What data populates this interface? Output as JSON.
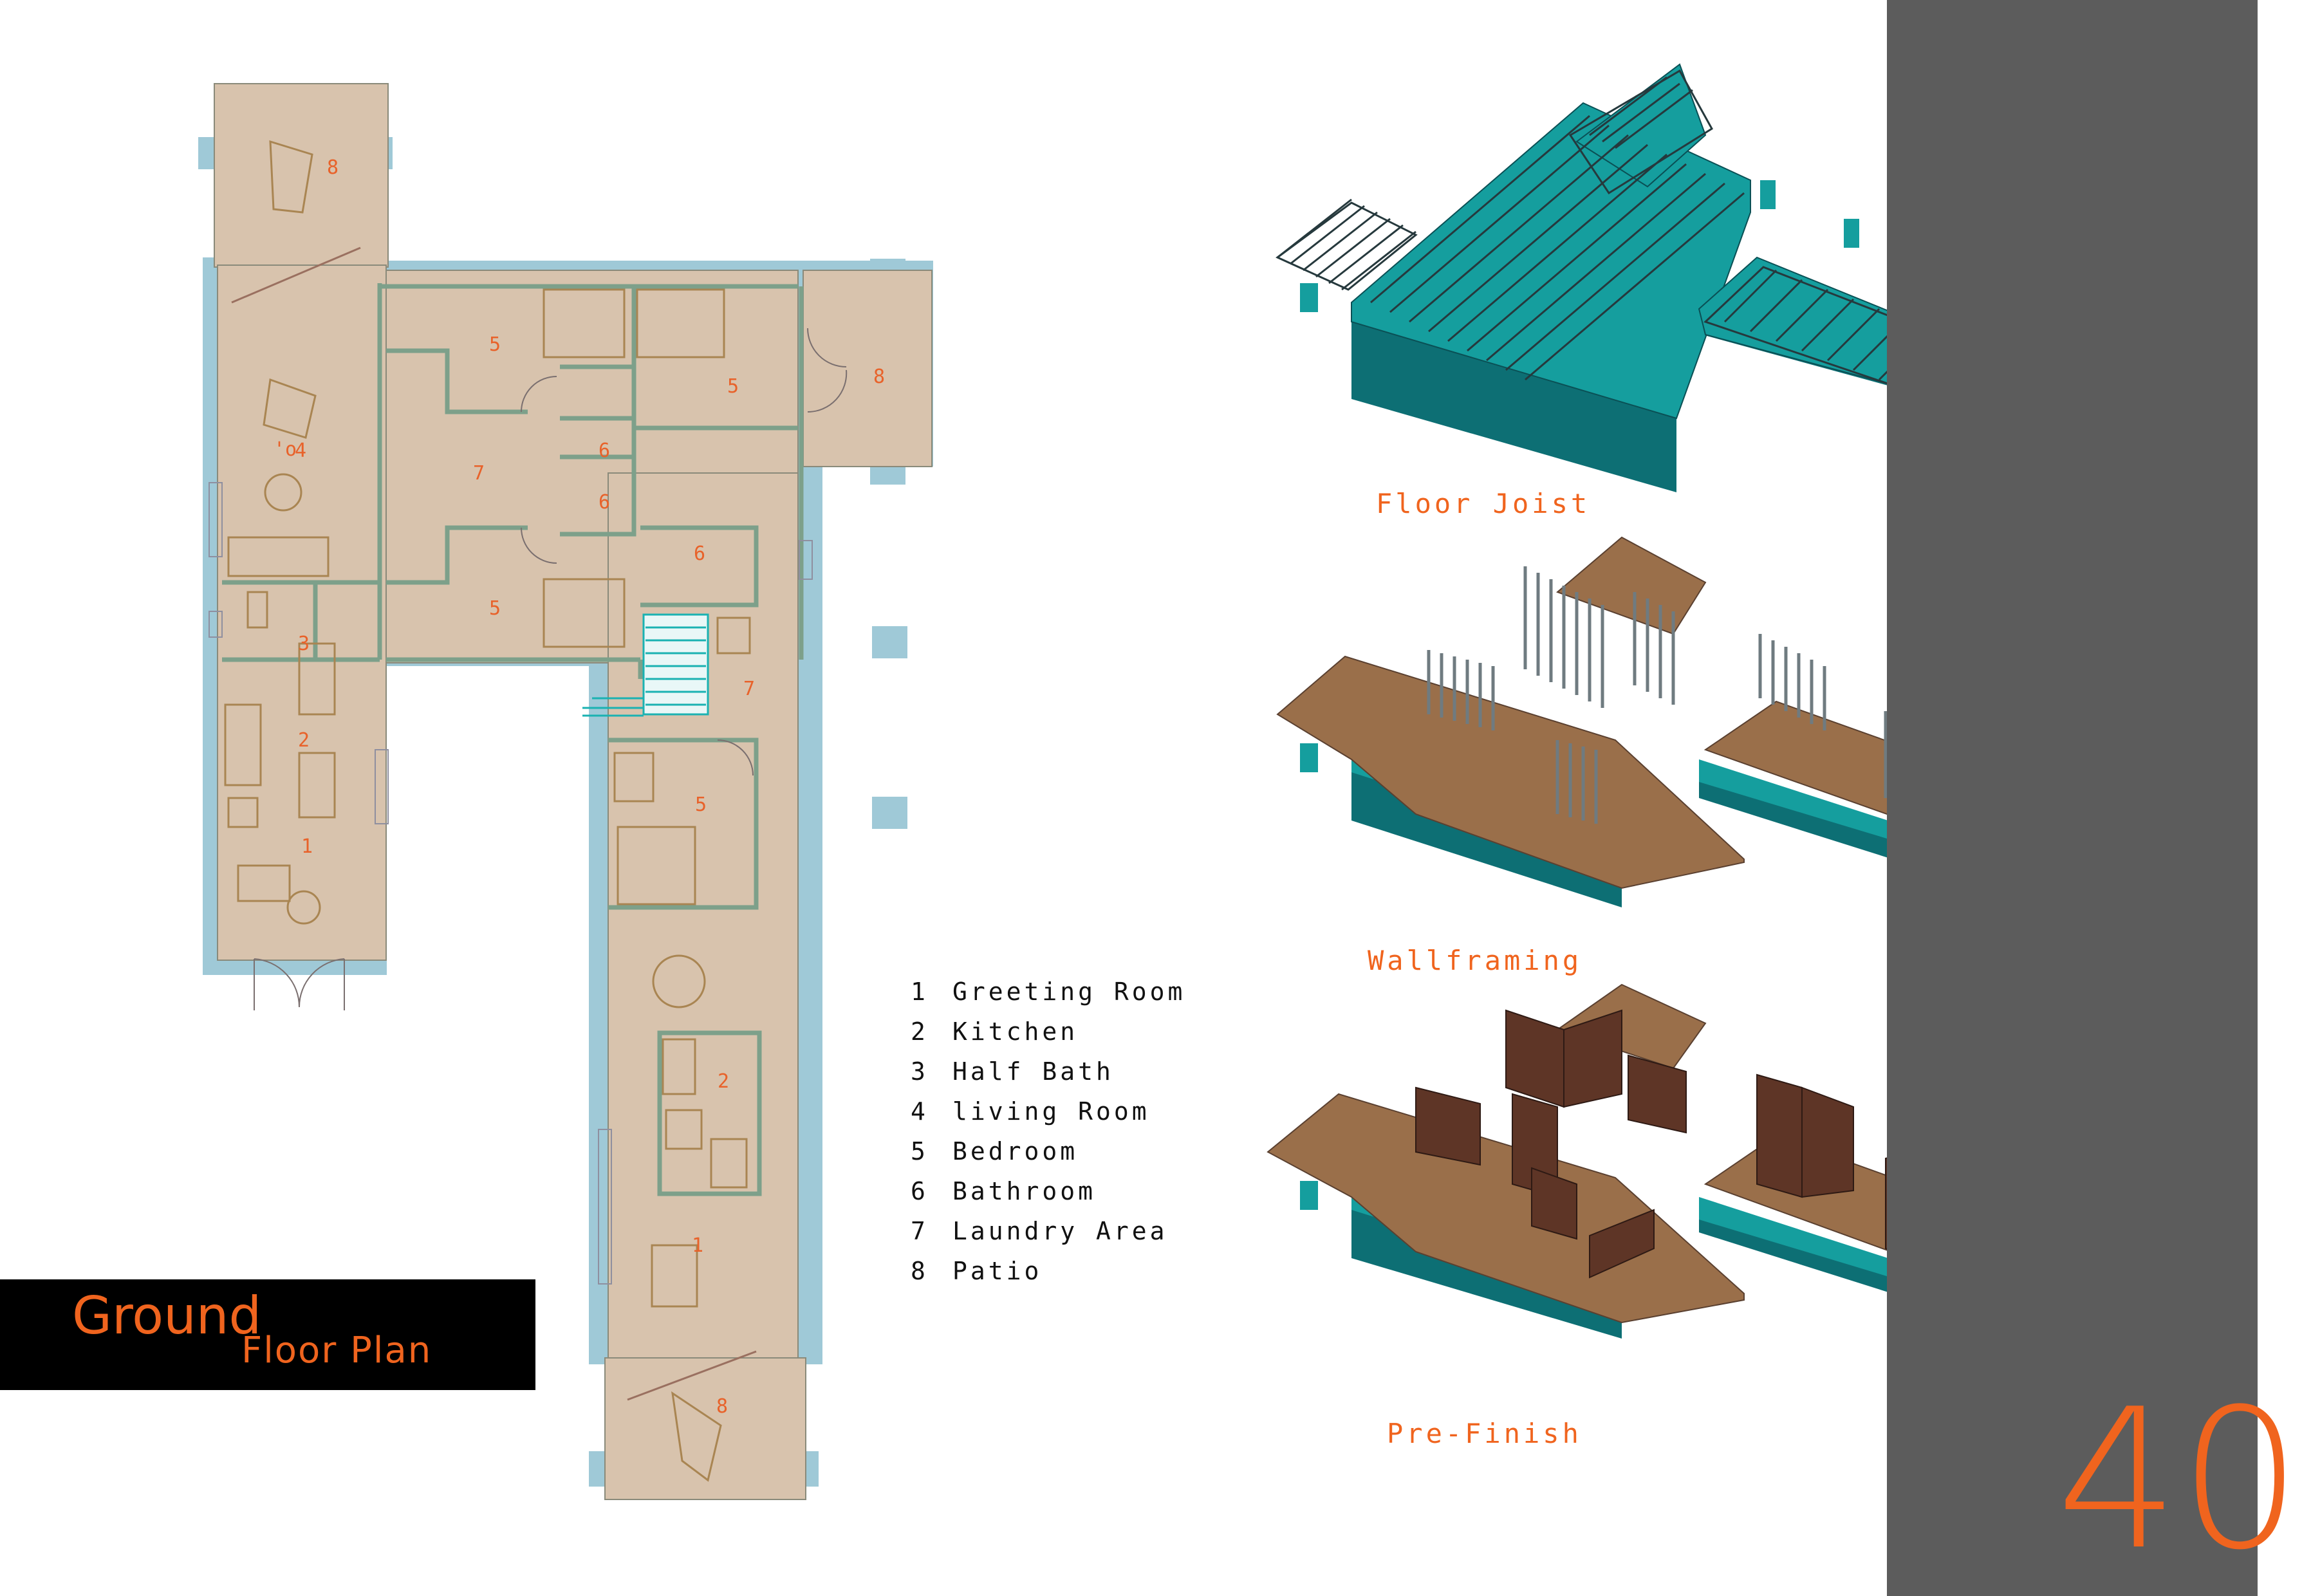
{
  "title": {
    "line1": "Ground",
    "line2": "Floor Plan"
  },
  "page_number": "40",
  "legend": [
    {
      "num": "1",
      "label": "Greeting Room"
    },
    {
      "num": "2",
      "label": "Kitchen"
    },
    {
      "num": "3",
      "label": "Half Bath"
    },
    {
      "num": "4",
      "label": "living Room"
    },
    {
      "num": "5",
      "label": "Bedroom"
    },
    {
      "num": "6",
      "label": "Bathroom"
    },
    {
      "num": "7",
      "label": "Laundry Area"
    },
    {
      "num": "8",
      "label": "Patio"
    }
  ],
  "views": {
    "floor_joist": "Floor Joist",
    "wallframing": "Wallframing",
    "pre_finish": "Pre-Finish"
  },
  "room_numbers": {
    "patio_top": "8",
    "living": "4",
    "cl_sep": "'o",
    "half_bath": "3",
    "kitchen_left": "2",
    "greeting_left": "1",
    "bedroom_top": "5",
    "laundry_mid": "7",
    "bath_a": "6",
    "bath_b": "6",
    "bedroom_mid": "5",
    "bedroom_right": "5",
    "patio_right": "8",
    "bath_c": "6",
    "laundry_right": "7",
    "bedroom_lower": "5",
    "kitchen_right": "2",
    "greeting_right": "1",
    "patio_bottom": "8"
  },
  "colors": {
    "floor": "#d8c3ad",
    "wall_band": "#9fc9d7",
    "wall": "#7da08a",
    "room_text": "#e8622a",
    "accent": "#f0641e",
    "side_panel": "#5c5c5c",
    "teal": "#159e9e",
    "teal_dark": "#0d6f74",
    "deck": "#9a6f4a",
    "wall_brown": "#5e3526",
    "frame_grey": "#6f7b80"
  }
}
